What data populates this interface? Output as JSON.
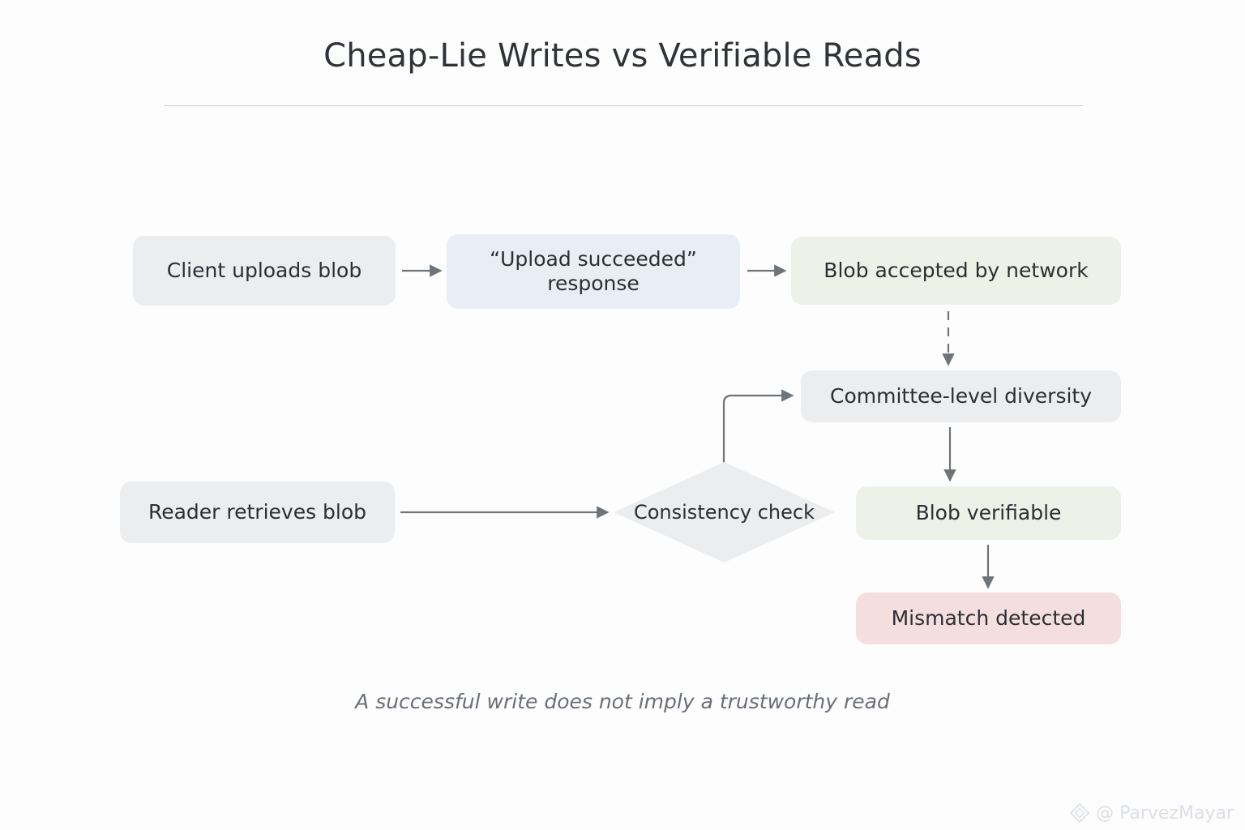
{
  "header": {
    "title": "Cheap-Lie Writes vs Verifiable Reads"
  },
  "diagram": {
    "type": "flowchart",
    "nodes": [
      {
        "id": "client",
        "label": "Client uploads blob",
        "shape": "rounded-rect",
        "color": "#ebedef"
      },
      {
        "id": "upload",
        "label": "“Upload succeeded” response",
        "shape": "rounded-rect",
        "color": "#e9edf6"
      },
      {
        "id": "accepted",
        "label": "Blob accepted by network",
        "shape": "rounded-rect",
        "color": "#eef1e8"
      },
      {
        "id": "committee",
        "label": "Committee-level diversity",
        "shape": "rounded-rect",
        "color": "#ebedef"
      },
      {
        "id": "reader",
        "label": "Reader retrieves blob",
        "shape": "rounded-rect",
        "color": "#ebedef"
      },
      {
        "id": "consistency",
        "label": "Consistency check",
        "shape": "diamond",
        "color": "#ebedef"
      },
      {
        "id": "verifiable",
        "label": "Blob verifiable",
        "shape": "rounded-rect",
        "color": "#eef1e8"
      },
      {
        "id": "mismatch",
        "label": "Mismatch detected",
        "shape": "rounded-rect",
        "color": "#f4dee0"
      }
    ],
    "edges": [
      {
        "from": "client",
        "to": "upload",
        "style": "solid",
        "direction": "right"
      },
      {
        "from": "upload",
        "to": "accepted",
        "style": "solid",
        "direction": "right"
      },
      {
        "from": "accepted",
        "to": "committee",
        "style": "dashed",
        "direction": "down"
      },
      {
        "from": "committee",
        "to": "verifiable",
        "style": "solid",
        "direction": "down"
      },
      {
        "from": "reader",
        "to": "consistency",
        "style": "solid",
        "direction": "right"
      },
      {
        "from": "consistency",
        "to": "committee",
        "style": "solid",
        "direction": "up-right-elbow"
      },
      {
        "from": "verifiable",
        "to": "mismatch",
        "style": "solid",
        "direction": "down"
      }
    ],
    "edge_color": "#6f7479"
  },
  "caption": {
    "text": "A successful write does not imply a trustworthy read"
  },
  "watermark": {
    "at": "@",
    "handle": "ParvezMayar"
  }
}
